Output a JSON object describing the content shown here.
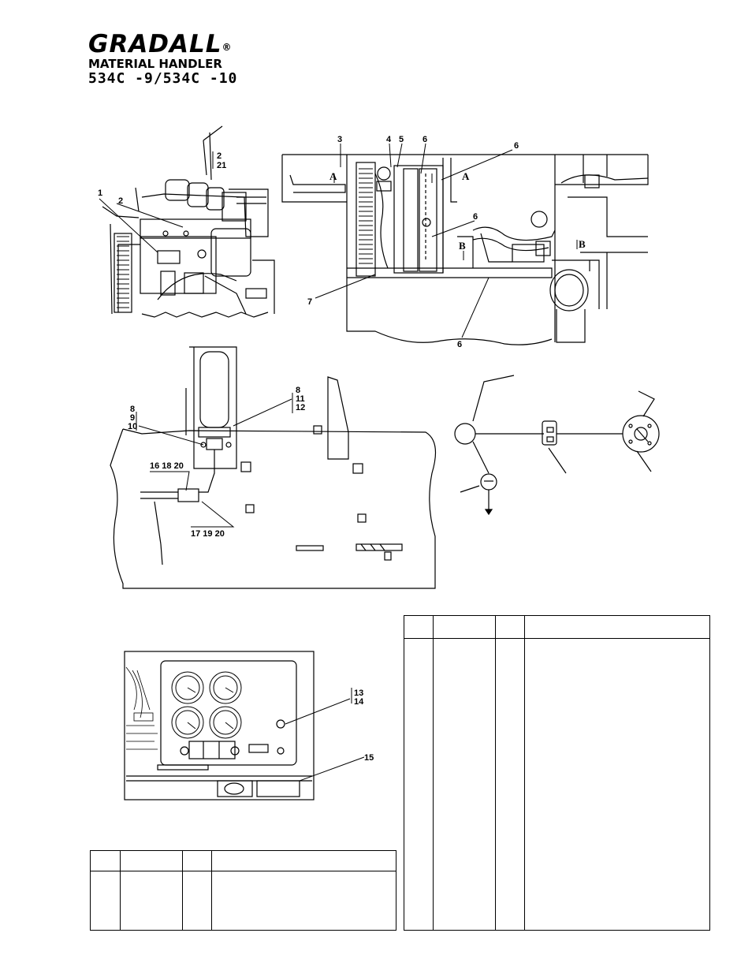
{
  "header": {
    "brand": "GRADALL",
    "registered": "®",
    "subtitle": "MATERIAL HANDLER",
    "model": "534C -9/534C -10"
  },
  "callouts": {
    "engine_view": [
      "2",
      "21",
      "1",
      "2"
    ],
    "side_view": [
      "3",
      "4",
      "5",
      "6",
      "6",
      "6",
      "7",
      "6"
    ],
    "section_marks": [
      "A",
      "A",
      "B",
      "B"
    ],
    "frame_view": [
      "8",
      "9",
      "10",
      "8",
      "11",
      "12",
      "16 18 20",
      "17 19 20"
    ],
    "panel_view": [
      "13",
      "14",
      "15"
    ]
  },
  "parts_tables": {
    "small": {
      "headers": [
        "",
        "",
        "",
        ""
      ]
    },
    "large": {
      "headers": [
        "",
        "",
        "",
        ""
      ]
    }
  }
}
